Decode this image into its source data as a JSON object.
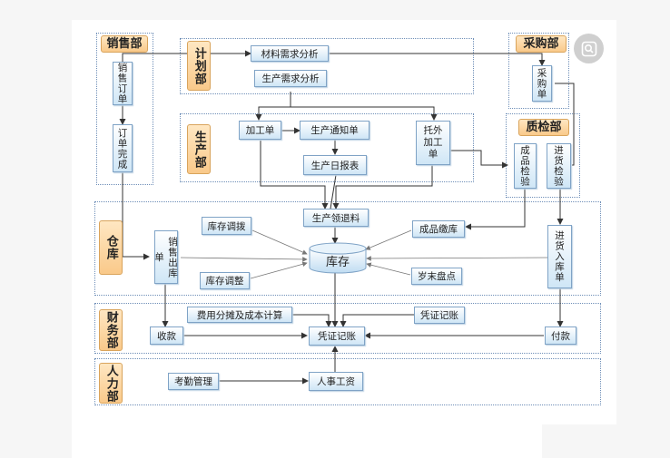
{
  "departments": {
    "sales": "销售部",
    "planning": "计划部",
    "purchasing": "采购部",
    "production": "生产部",
    "quality": "质检部",
    "warehouse": "仓库",
    "finance": "财务部",
    "hr": "人力部"
  },
  "boxes": {
    "sales_order": "销售订单",
    "order_complete": "订单完成",
    "material_analysis": "材料需求分析",
    "production_analysis": "生产需求分析",
    "purchase_order": "采购单",
    "processing_order": "加工单",
    "production_notice": "生产通知单",
    "outsourced": "托外\n加工\n单",
    "daily_report": "生产日报表",
    "product_inspection": "成品检验",
    "incoming_inspection": "进货检验",
    "material_requisition": "生产领退料",
    "stock_transfer": "库存调拨",
    "finished_storage": "成品缴库",
    "sales_outbound": "销售出库单",
    "inventory": "库存",
    "stock_adjust": "库存调整",
    "year_end_count": "岁末盘点",
    "incoming_storage": "进货入库单",
    "cost_allocation": "费用分摊及成本计算",
    "voucher_posting": "凭证记账",
    "receipt": "收款",
    "voucher_bookkeeping": "凭证记账",
    "payment": "付款",
    "attendance": "考勤管理",
    "payroll": "人事工资"
  },
  "colors": {
    "dept_fill": "#f9c98a",
    "box_fill": "#cfe6f6",
    "line": "#333333",
    "region_border": "#6f8fb8"
  },
  "watermark_icon": "magnifier-icon"
}
